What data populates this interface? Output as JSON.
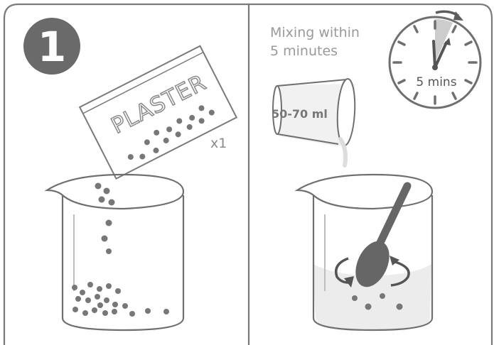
{
  "step_number": "1",
  "packet": {
    "label": "PLASTER",
    "quantity": "x1"
  },
  "mixing": {
    "line1": "Mixing within",
    "line2": "5 minutes"
  },
  "measuring_cup": {
    "label": "50-70 ml"
  },
  "timer": {
    "label": "5 mins"
  },
  "colors": {
    "line": "#6f6f6f",
    "dark": "#5c5c5c",
    "light_fill": "#ececec",
    "accent": "#e60000",
    "powder": "#777777"
  }
}
